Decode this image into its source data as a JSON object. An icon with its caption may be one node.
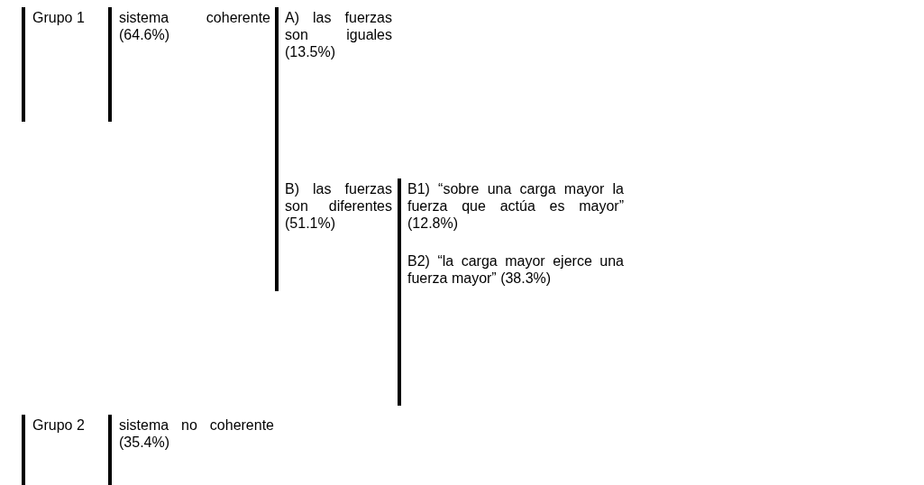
{
  "diagram": {
    "labels": [
      "Grupo 1",
      "sistema coherente (64.6%)",
      "A) las fuerzas son iguales (13.5%)",
      "B) las fuerzas son diferentes (51.1%)",
      "B1) “sobre una carga mayor la fuerza que actúa es mayor” (12.8%)",
      "B2) “la carga mayor ejerce una fuerza mayor” (38.3%)",
      "Grupo 2",
      "sistema no coherente (35.4%)"
    ]
  }
}
